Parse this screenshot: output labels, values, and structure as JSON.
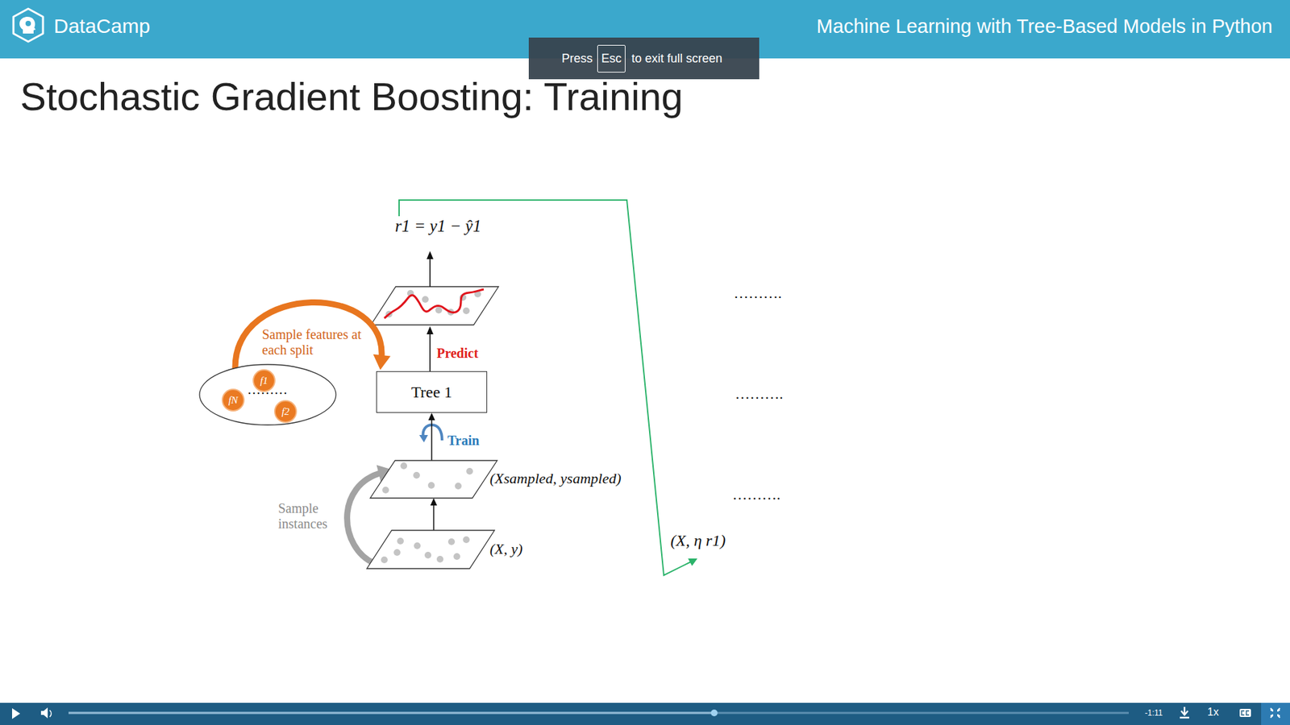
{
  "diagram": {
    "title": "Stochastic Gradient Boosting: Training",
    "nodes": [
      {
        "text": [
          "………"
        ]
      },
      {
        "text": [
          "f1"
        ],
        "in": 0
      },
      {
        "text": [
          "fN"
        ],
        "in": 0
      },
      {
        "text": [
          "f2"
        ],
        "in": 0
      },
      {
        "text": [
          "Tree 1"
        ]
      },
      {
        "text": [
          "(Xsampled, ysampled)"
        ]
      },
      {
        "text": [
          "(X, y)"
        ]
      }
    ],
    "edges": [
      {
        "from": 6,
        "to": 5,
        "arrow": "to"
      },
      {
        "from": 6,
        "to": 5,
        "label": "Sample instances",
        "arrow": "to"
      },
      {
        "from": 5,
        "to": 4,
        "label": "Train",
        "arrow": "to"
      },
      {
        "from": 0,
        "to": 4,
        "label": "Sample features at each split",
        "arrow": "to"
      }
    ],
    "labels": [
      "DataCamp",
      "Machine Learning with Tree-Based Models in Python",
      "Press",
      "Esc",
      "to exit full screen",
      "r1 = y1 − ŷ1",
      "Predict",
      "(X, η r1)",
      "……….",
      "……….",
      "……….",
      "-1:11",
      "1x"
    ]
  }
}
